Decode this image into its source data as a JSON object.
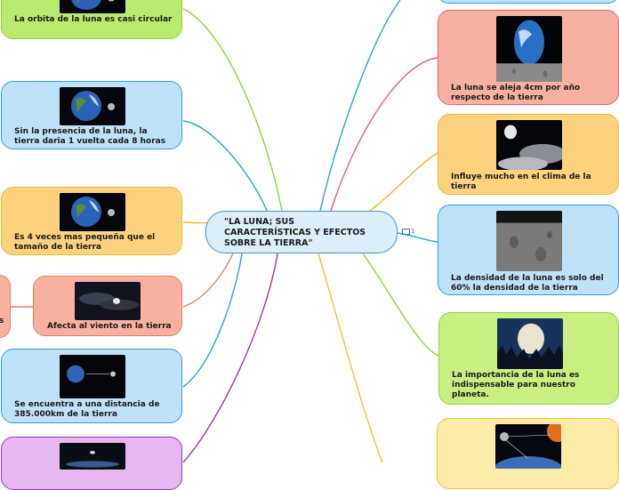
{
  "central_topic": {
    "title": "\"LA LUNA; SUS CARACTERÍSTICAS Y EFECTOS SOBRE LA TIERRA\""
  },
  "comment_badge": {
    "count": "1"
  },
  "left_topics": [
    {
      "label": "La orbita de la luna es casi circular",
      "color": "#b7ea6e",
      "line": "#8fd436"
    },
    {
      "label": "Sin la presencia de la luna, la tierra daria 1 vuelta cada 8 horas",
      "color": "#bfe2fb",
      "line": "#2c9fe0"
    },
    {
      "label": "Es 4 veces mas pequeña que el tamaño de la tierra",
      "color": "#fcd27e",
      "line": "#f1b52c"
    },
    {
      "label": "Afecta al viento en la tierra",
      "color": "#f8b1a0",
      "line": "#ec7a5a"
    },
    {
      "label": "Se encuentra a una distancia de 385.000km de la tierra",
      "color": "#bfe2fb",
      "line": "#2c9fe0"
    },
    {
      "label": "",
      "color": "#e8b7f2",
      "line": "#9a38b4"
    }
  ],
  "right_topics": [
    {
      "label": "",
      "color": "#bfe2fb",
      "line": "#2c9fe0"
    },
    {
      "label": "La luna se aleja 4cm por año respecto de la tierra",
      "color": "#f8b1a0",
      "line": "#e85a78"
    },
    {
      "label": "Influye mucho en el clima de la tierra",
      "color": "#fcd27e",
      "line": "#f1b52c"
    },
    {
      "label": "La densidad de la luna es solo del 60% la densidad de la tierra",
      "color": "#bfe2fb",
      "line": "#2c9fe0"
    },
    {
      "label": "La importancia de la luna es indispensable para nuestro planeta.",
      "color": "#c9ef82",
      "line": "#8fd436"
    },
    {
      "label": "",
      "color": "#fdeba8",
      "line": "#f1c42c"
    }
  ],
  "sub_topic": {
    "label": "s",
    "color": "#f8b1a0"
  }
}
